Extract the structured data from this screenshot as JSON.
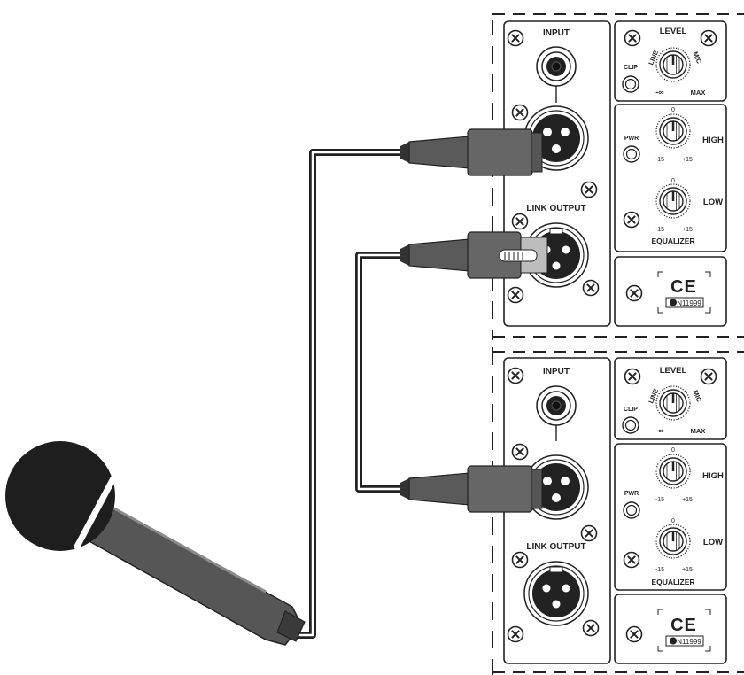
{
  "units": [
    {
      "input_label": "INPUT",
      "link_output_label": "LINK OUTPUT",
      "level_label": "LEVEL",
      "line_label": "LINE",
      "mic_label": "MIC",
      "min_label": "-∞",
      "max_label": "MAX",
      "clip_label": "CLIP",
      "pwr_label": "PWR",
      "high_label": "HIGH",
      "low_label": "LOW",
      "eq_zero": "0",
      "eq_min": "-15",
      "eq_max": "+15",
      "equalizer_label": "EQUALIZER",
      "ce_mark": "CE",
      "compliance_code": "N11999"
    },
    {
      "input_label": "INPUT",
      "link_output_label": "LINK OUTPUT",
      "level_label": "LEVEL",
      "line_label": "LINE",
      "mic_label": "MIC",
      "min_label": "-∞",
      "max_label": "MAX",
      "clip_label": "CLIP",
      "pwr_label": "PWR",
      "high_label": "HIGH",
      "low_label": "LOW",
      "eq_zero": "0",
      "eq_min": "-15",
      "eq_max": "+15",
      "equalizer_label": "EQUALIZER",
      "ce_mark": "CE",
      "compliance_code": "N11999"
    }
  ],
  "colors": {
    "outline": "#222222",
    "cable": "#333333",
    "connector": "#5a5a5a",
    "microphone_body": "#555555",
    "microphone_head": "#1e1e1e"
  },
  "icons": {
    "screw": "screw-icon",
    "microphone": "microphone-icon",
    "xlr_plug": "xlr-plug-icon"
  }
}
